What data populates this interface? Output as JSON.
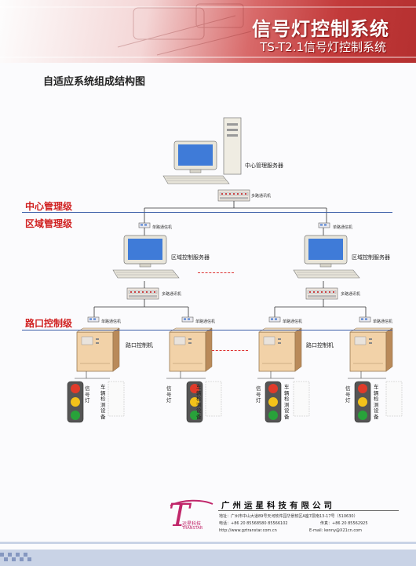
{
  "banner": {
    "title": "信号灯控制系统",
    "subtitle": "TS-T2.1信号灯控制系统"
  },
  "heading": "自适应系统组成结构图",
  "levels": {
    "center": "中心管理级",
    "region": "区域管理级",
    "intersection": "路口控制级"
  },
  "labels": {
    "center_server": "中心管理服务器",
    "multi_comm": "多路通讯机",
    "single_comm": "单路通信机",
    "region_server": "区域控制服务器",
    "intersection_ctrl": "路口控制机",
    "signal_light": "信号灯",
    "vehicle_detector": "车辆检测设备"
  },
  "footer": {
    "company": "广州运星科技有限公司",
    "logo_text": "运星科技",
    "logo_en": "TRANSTAR",
    "address": "地址：广州市中山大道89号天河软件园华景软区A座7层南13-17号（510630）",
    "tel": "电话：+86 20 85568580  85566102",
    "fax": "传真：+86 20 85562925",
    "web": "http://www.gztranstar.com.cn",
    "email": "E-mail: kenny@X21cn.com"
  },
  "colors": {
    "accent_red": "#d01f1f",
    "level_line": "#3b5ea8",
    "banner_red": "#b53030"
  }
}
